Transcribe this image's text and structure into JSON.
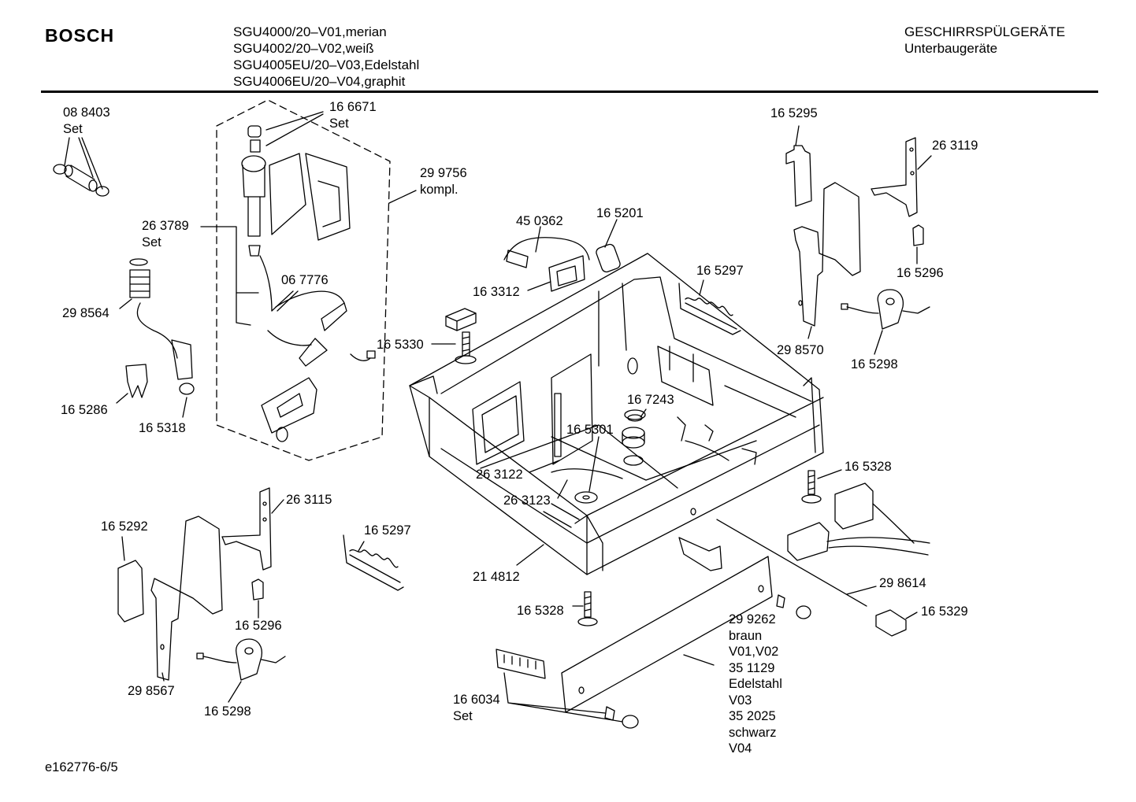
{
  "header": {
    "brand": "BOSCH",
    "models": [
      "SGU4000/20–V01,merian",
      "SGU4002/20–V02,weiß",
      "SGU4005EU/20–V03,Edelstahl",
      "SGU4006EU/20–V04,graphit"
    ],
    "category": [
      "GESCHIRRSPÜLGERÄTE",
      "Unterbaugeräte"
    ]
  },
  "parts": [
    {
      "id": "p-088403",
      "lines": [
        "08 8403",
        "Set"
      ]
    },
    {
      "id": "p-166671",
      "lines": [
        "16 6671",
        "Set"
      ]
    },
    {
      "id": "p-299756",
      "lines": [
        "29 9756",
        "kompl."
      ]
    },
    {
      "id": "p-263789",
      "lines": [
        "26 3789",
        "Set"
      ]
    },
    {
      "id": "p-067776",
      "lines": [
        "06 7776"
      ]
    },
    {
      "id": "p-298564",
      "lines": [
        "29 8564"
      ]
    },
    {
      "id": "p-165286",
      "lines": [
        "16 5286"
      ]
    },
    {
      "id": "p-165318",
      "lines": [
        "16 5318"
      ]
    },
    {
      "id": "p-450362",
      "lines": [
        "45 0362"
      ]
    },
    {
      "id": "p-165201",
      "lines": [
        "16 5201"
      ]
    },
    {
      "id": "p-163312",
      "lines": [
        "16 3312"
      ]
    },
    {
      "id": "p-165330",
      "lines": [
        "16 5330"
      ]
    },
    {
      "id": "p-165297a",
      "lines": [
        "16 5297"
      ]
    },
    {
      "id": "p-165295",
      "lines": [
        "16 5295"
      ]
    },
    {
      "id": "p-263119",
      "lines": [
        "26 3119"
      ]
    },
    {
      "id": "p-165296a",
      "lines": [
        "16 5296"
      ]
    },
    {
      "id": "p-298570",
      "lines": [
        "29 8570"
      ]
    },
    {
      "id": "p-165298a",
      "lines": [
        "16 5298"
      ]
    },
    {
      "id": "p-167243",
      "lines": [
        "16 7243"
      ]
    },
    {
      "id": "p-165301",
      "lines": [
        "16 5301"
      ]
    },
    {
      "id": "p-263122",
      "lines": [
        "26 3122"
      ]
    },
    {
      "id": "p-263123",
      "lines": [
        "26 3123"
      ]
    },
    {
      "id": "p-165328a",
      "lines": [
        "16 5328"
      ]
    },
    {
      "id": "p-263115",
      "lines": [
        "26 3115"
      ]
    },
    {
      "id": "p-165292",
      "lines": [
        "16 5292"
      ]
    },
    {
      "id": "p-165297b",
      "lines": [
        "16 5297"
      ]
    },
    {
      "id": "p-165296b",
      "lines": [
        "16 5296"
      ]
    },
    {
      "id": "p-298567",
      "lines": [
        "29 8567"
      ]
    },
    {
      "id": "p-165298b",
      "lines": [
        "16 5298"
      ]
    },
    {
      "id": "p-214812",
      "lines": [
        "21 4812"
      ]
    },
    {
      "id": "p-165328b",
      "lines": [
        "16 5328"
      ]
    },
    {
      "id": "p-298614",
      "lines": [
        "29 8614"
      ]
    },
    {
      "id": "p-165329",
      "lines": [
        "16 5329"
      ]
    },
    {
      "id": "p-299262",
      "lines": [
        "29 9262",
        "braun",
        "V01,V02",
        "35 1129",
        "Edelstahl",
        "V03",
        "35 2025",
        "schwarz",
        "V04"
      ]
    },
    {
      "id": "p-166034",
      "lines": [
        "16 6034",
        "Set"
      ]
    }
  ],
  "footer": {
    "doc_id": "e162776-6/5"
  }
}
